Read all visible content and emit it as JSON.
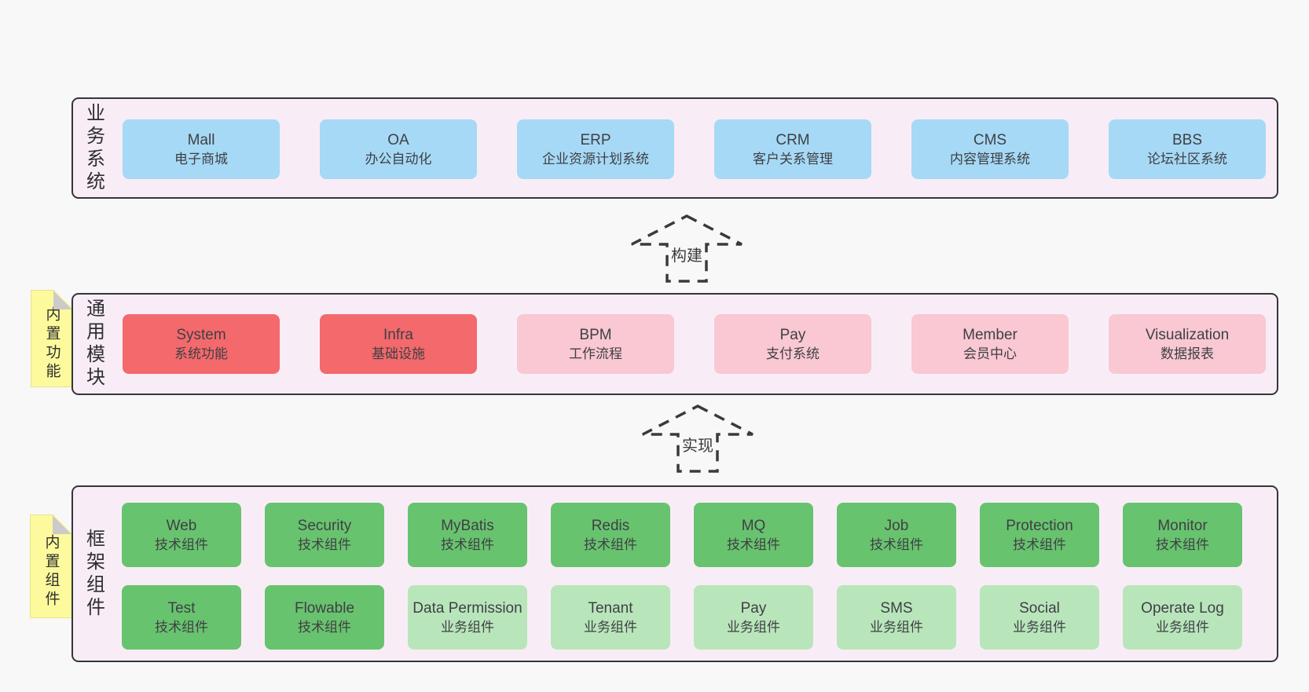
{
  "colors": {
    "page_bg": "#f8f8f8",
    "panel_bg": "#f8edf6",
    "panel_border": "#35353a",
    "blue": "#a6d9f5",
    "red": "#f4696b",
    "pink": "#f9c8d2",
    "green": "#68c36e",
    "lightgreen": "#b8e6ba",
    "note_bg": "#fcfa9c",
    "note_fold": "#cbcbcb",
    "text": "#3f4045"
  },
  "bands": [
    {
      "id": "business-systems",
      "label": "业务系统",
      "note": null,
      "rows": [
        [
          {
            "title": "Mall",
            "subtitle": "电子商城",
            "variant": "blue"
          },
          {
            "title": "OA",
            "subtitle": "办公自动化",
            "variant": "blue"
          },
          {
            "title": "ERP",
            "subtitle": "企业资源计划系统",
            "variant": "blue"
          },
          {
            "title": "CRM",
            "subtitle": "客户关系管理",
            "variant": "blue"
          },
          {
            "title": "CMS",
            "subtitle": "内容管理系统",
            "variant": "blue"
          },
          {
            "title": "BBS",
            "subtitle": "论坛社区系统",
            "variant": "blue"
          }
        ]
      ]
    },
    {
      "id": "common-modules",
      "label": "通用模块",
      "note": "内置功能",
      "rows": [
        [
          {
            "title": "System",
            "subtitle": "系统功能",
            "variant": "red"
          },
          {
            "title": "Infra",
            "subtitle": "基础设施",
            "variant": "red"
          },
          {
            "title": "BPM",
            "subtitle": "工作流程",
            "variant": "pink"
          },
          {
            "title": "Pay",
            "subtitle": "支付系统",
            "variant": "pink"
          },
          {
            "title": "Member",
            "subtitle": "会员中心",
            "variant": "pink"
          },
          {
            "title": "Visualization",
            "subtitle": "数据报表",
            "variant": "pink"
          }
        ]
      ]
    },
    {
      "id": "framework-components",
      "label": "框架组件",
      "note": "内置组件",
      "rows": [
        [
          {
            "title": "Web",
            "subtitle": "技术组件",
            "variant": "green"
          },
          {
            "title": "Security",
            "subtitle": "技术组件",
            "variant": "green"
          },
          {
            "title": "MyBatis",
            "subtitle": "技术组件",
            "variant": "green"
          },
          {
            "title": "Redis",
            "subtitle": "技术组件",
            "variant": "green"
          },
          {
            "title": "MQ",
            "subtitle": "技术组件",
            "variant": "green"
          },
          {
            "title": "Job",
            "subtitle": "技术组件",
            "variant": "green"
          },
          {
            "title": "Protection",
            "subtitle": "技术组件",
            "variant": "green"
          },
          {
            "title": "Monitor",
            "subtitle": "技术组件",
            "variant": "green"
          }
        ],
        [
          {
            "title": "Test",
            "subtitle": "技术组件",
            "variant": "green"
          },
          {
            "title": "Flowable",
            "subtitle": "技术组件",
            "variant": "green"
          },
          {
            "title": "Data Permission",
            "subtitle": "业务组件",
            "variant": "lightgreen"
          },
          {
            "title": "Tenant",
            "subtitle": "业务组件",
            "variant": "lightgreen"
          },
          {
            "title": "Pay",
            "subtitle": "业务组件",
            "variant": "lightgreen"
          },
          {
            "title": "SMS",
            "subtitle": "业务组件",
            "variant": "lightgreen"
          },
          {
            "title": "Social",
            "subtitle": "业务组件",
            "variant": "lightgreen"
          },
          {
            "title": "Operate Log",
            "subtitle": "业务组件",
            "variant": "lightgreen"
          }
        ]
      ]
    }
  ],
  "arrows": [
    {
      "label": "构建"
    },
    {
      "label": "实现"
    }
  ]
}
